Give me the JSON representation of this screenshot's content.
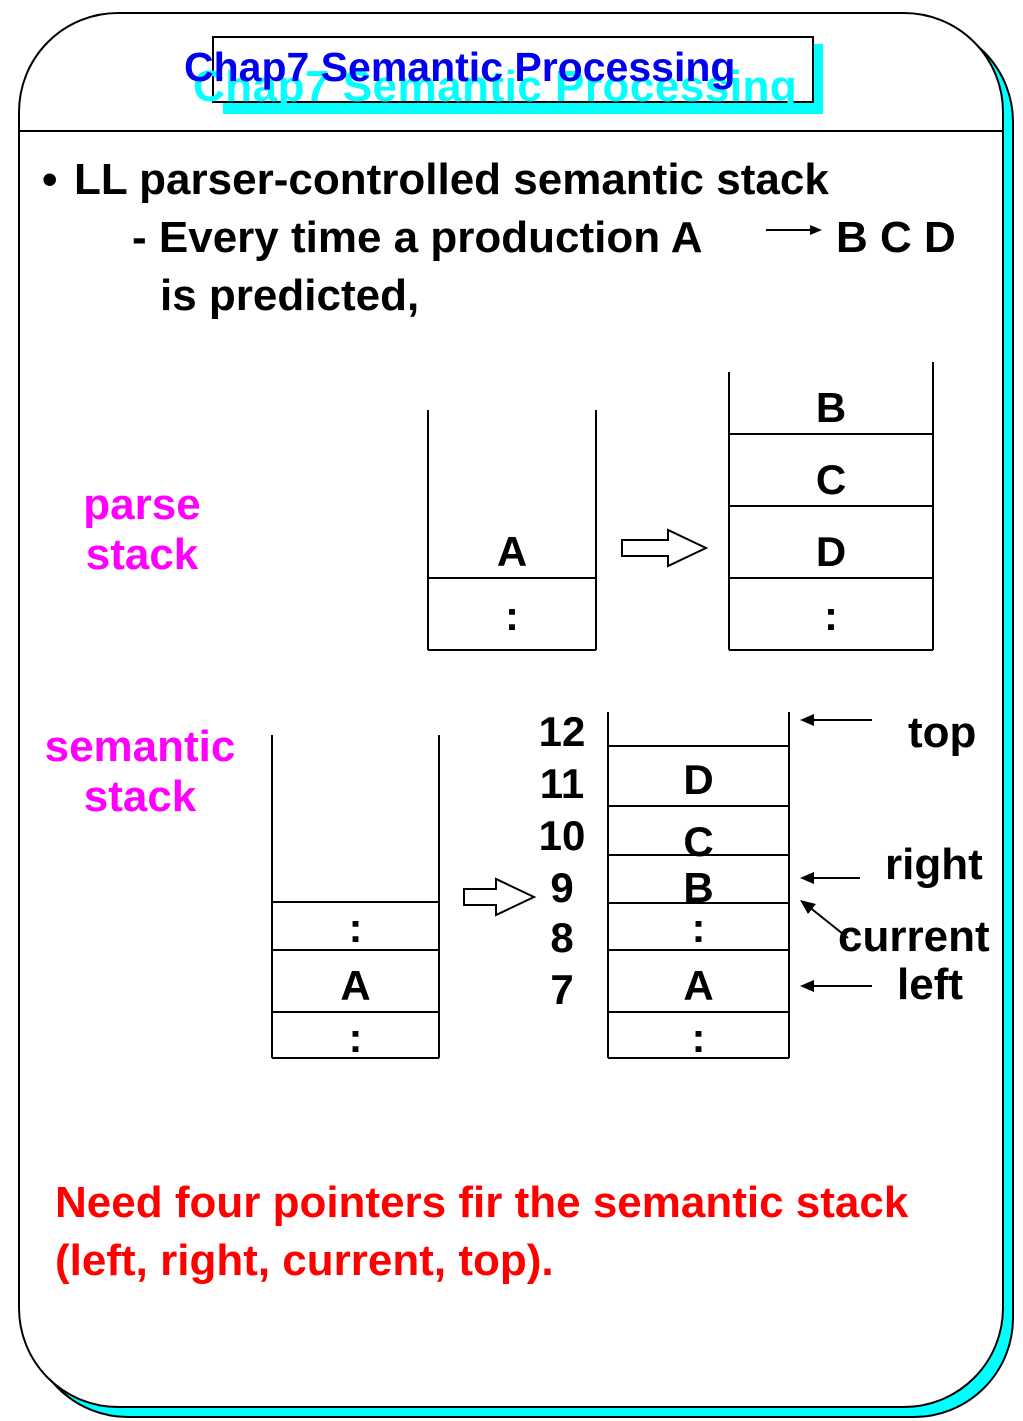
{
  "title": "Chap7  Semantic Processing",
  "bullet": {
    "marker": "•",
    "line1": "LL parser-controlled semantic stack",
    "line2_prefix": "- Every time a production A",
    "line2_suffix": "B C D",
    "line3": "is predicted,"
  },
  "parse_stack": {
    "label_line1": "parse",
    "label_line2": "stack",
    "before": [
      "A",
      ":"
    ],
    "after": [
      "B",
      "C",
      "D",
      ":"
    ]
  },
  "semantic_stack": {
    "label_line1": "semantic",
    "label_line2": "stack",
    "before": [
      ":",
      "A",
      ":"
    ],
    "after": [
      "D",
      "C",
      "B",
      ":",
      "A",
      ":"
    ],
    "indices": [
      "12",
      "11",
      "10",
      "9",
      "8",
      "7"
    ],
    "pointers": {
      "top": "top",
      "right": "right",
      "current": "current",
      "left": "left"
    }
  },
  "note": {
    "line1": "Need four pointers fir the semantic stack",
    "line2": "(left, right, current, top)."
  },
  "colors": {
    "title": "#0000ee",
    "title_shadow": "#00ffff",
    "frame_shadow": "#00ffff",
    "label": "#ff00ff",
    "note": "#ff0000"
  }
}
